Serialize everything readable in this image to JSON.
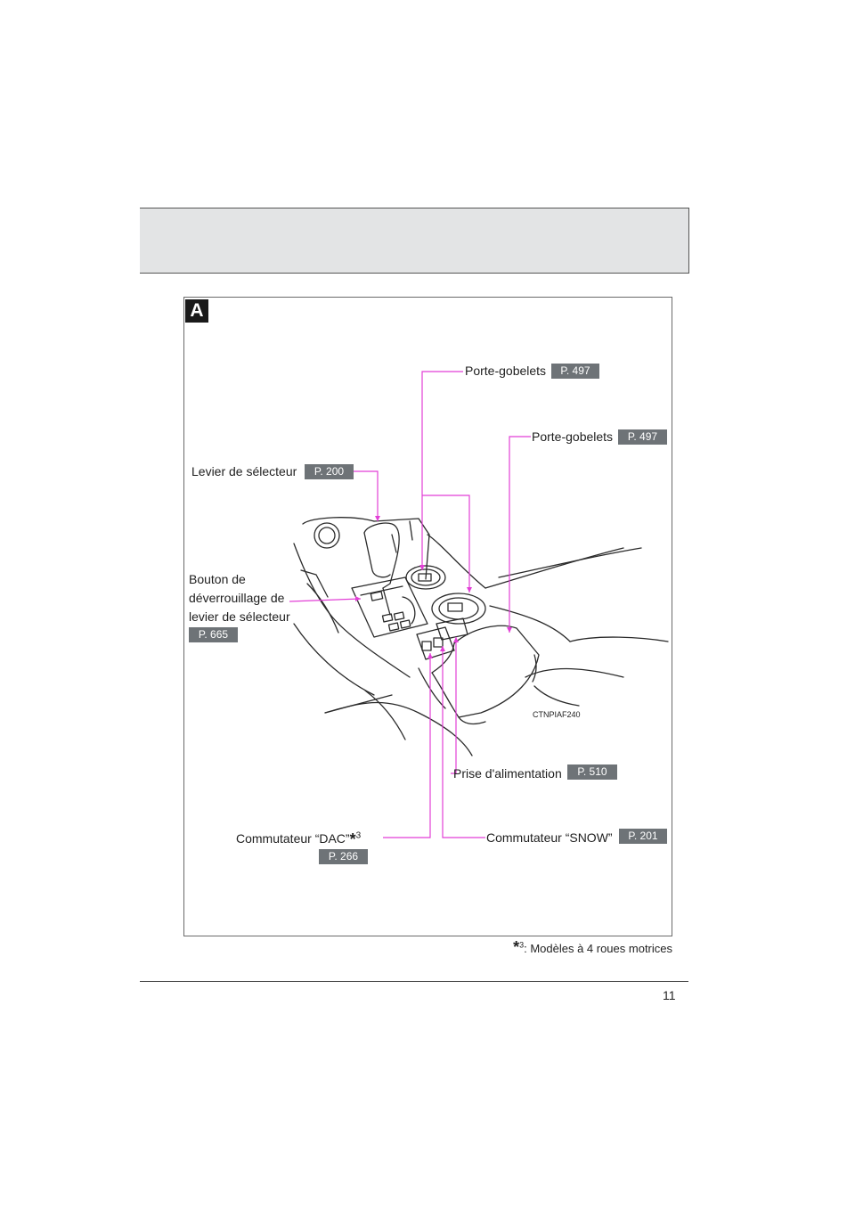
{
  "section": {
    "letter": "A"
  },
  "labels": {
    "cupholder_rear": {
      "text": "Porte-gobelets",
      "ref": "P. 497"
    },
    "cupholder_front": {
      "text": "Porte-gobelets",
      "ref": "P. 497"
    },
    "shift_lever": {
      "text": "Levier de sélecteur",
      "ref": "P. 200"
    },
    "shift_lock_release": {
      "lines": [
        "Bouton de",
        "déverrouillage de",
        "levier de sélecteur"
      ],
      "ref": "P. 665"
    },
    "power_outlet": {
      "text": "Prise d'alimentation",
      "ref": "P. 510"
    },
    "dac_switch": {
      "text": "Commutateur “DAC”",
      "star": "*",
      "sup": "3",
      "ref": "P. 266"
    },
    "snow_switch": {
      "text": "Commutateur “SNOW”",
      "ref": "P. 201"
    }
  },
  "illustration": {
    "code": "CTNPIAF240"
  },
  "footnote": {
    "star": "*",
    "sup": "3",
    "text": ": Modèles à 4 roues motrices"
  },
  "page_number": "11",
  "colors": {
    "leader_line": "#e23fd6",
    "ref_badge": "#6e7377",
    "header_band": "#e3e4e5"
  }
}
